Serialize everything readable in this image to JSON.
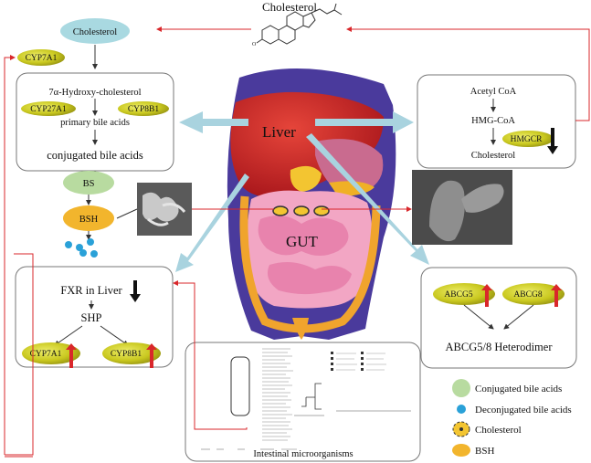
{
  "top": {
    "cholesterol_title": "Cholesterol"
  },
  "pathway_box": {
    "cholesterol_oval": "Cholesterol",
    "cyp7a1": "CYP7A1",
    "hydroxy": "7α-Hydroxy-cholesterol",
    "cyp27a1": "CYP27A1",
    "cyp8b1": "CYP8B1",
    "primary": "primary bile acids",
    "conjugated": "conjugated bile acids"
  },
  "bs_bsh": {
    "bs": "BS",
    "bsh": "BSH"
  },
  "synthesis_box": {
    "acetyl": "Acetyl CoA",
    "hmg": "HMG-CoA",
    "hmgcr": "HMGCR",
    "cholesterol": "Cholesterol"
  },
  "organs": {
    "liver": "Liver",
    "gut": "GUT"
  },
  "fxr_box": {
    "fxr": "FXR in Liver",
    "shp": "SHP",
    "cyp7a1": "CYP7A1",
    "cyp8b1": "CYP8B1"
  },
  "abcg_box": {
    "abcg5": "ABCG5",
    "abcg8": "ABCG8",
    "heterodimer": "ABCG5/8  Heterodimer"
  },
  "microbe_box": {
    "caption": "Intestinal microorganisms"
  },
  "legend": {
    "conjugated": "Conjugated bile acids",
    "deconjugated": "Deconjugated bile acids",
    "cholesterol": "Cholesterol",
    "bsh": "BSH"
  },
  "colors": {
    "oval_blue": "#a9d9e1",
    "enzyme_olive": "#c9c81f",
    "arrow_red": "#d9272b",
    "flow_arrow": "#a9d3df",
    "bs_green": "#b8dba0",
    "bsh_orange": "#f2b52d",
    "dot_blue": "#2aa1d8"
  }
}
